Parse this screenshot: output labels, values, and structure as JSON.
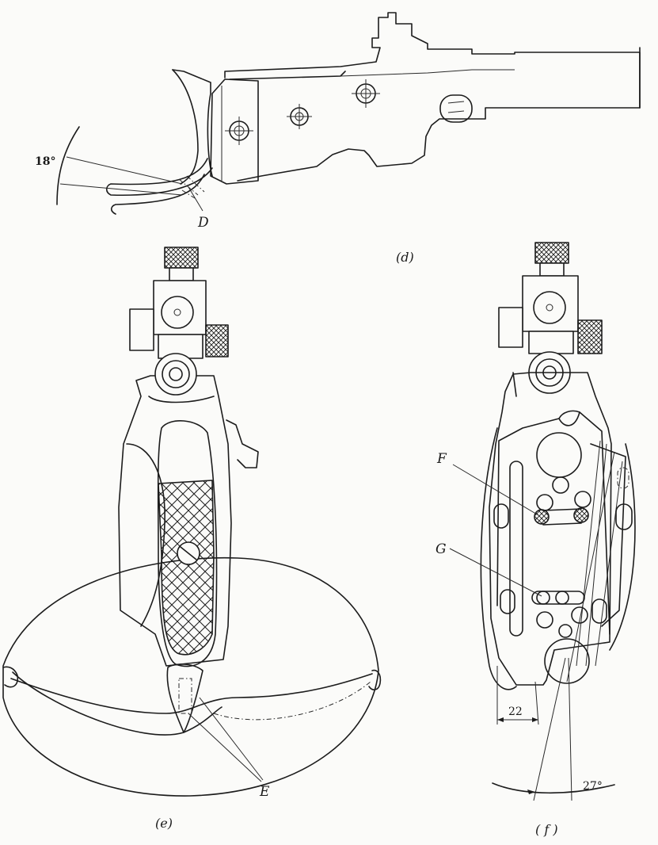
{
  "figure": {
    "labels": {
      "angle_d": "18°",
      "part_d": "D",
      "part_e": "E",
      "part_f": "F",
      "part_g": "G",
      "width_f": "22",
      "angle_f": "27°"
    },
    "captions": {
      "d": "(d)",
      "e": "(e)",
      "f": "( f )"
    }
  }
}
